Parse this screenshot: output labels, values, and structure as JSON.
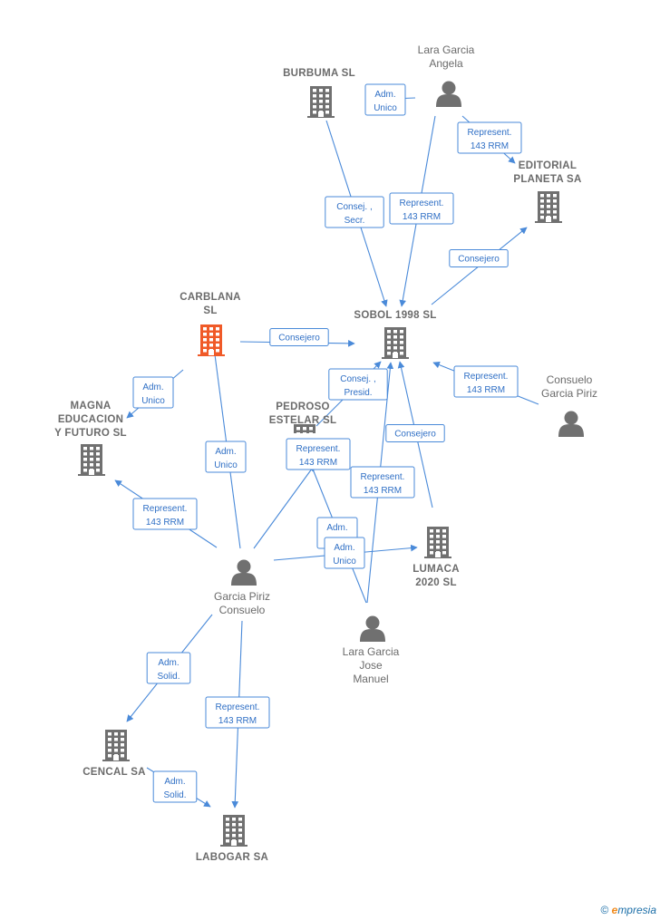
{
  "colors": {
    "edge": "#4a8ad9",
    "company": "#707070",
    "company_highlight": "#f05a28",
    "person": "#707070",
    "label": "#6b6b6b"
  },
  "nodes": [
    {
      "id": "burbuma",
      "type": "company",
      "lines": [
        "BURBUMA  SL"
      ]
    },
    {
      "id": "lara_angela",
      "type": "person",
      "lines": [
        "Lara Garcia",
        "Angela"
      ]
    },
    {
      "id": "editorial",
      "type": "company",
      "lines": [
        "EDITORIAL",
        "PLANETA SA"
      ]
    },
    {
      "id": "carblana",
      "type": "company",
      "highlight": true,
      "lines": [
        "CARBLANA",
        "SL"
      ]
    },
    {
      "id": "sobol",
      "type": "company",
      "lines": [
        "SOBOL 1998 SL"
      ]
    },
    {
      "id": "consuelo_gp",
      "type": "person",
      "lines": [
        "Consuelo",
        "Garcia Piriz"
      ]
    },
    {
      "id": "magna",
      "type": "company",
      "lines": [
        "MAGNA",
        "EDUCACION",
        "Y FUTURO  SL"
      ]
    },
    {
      "id": "pedroso",
      "type": "company",
      "lines": [
        "PEDROSO",
        "ESTELAR  SL"
      ]
    },
    {
      "id": "lumaca",
      "type": "company",
      "lines": [
        "LUMACA",
        "2020  SL"
      ]
    },
    {
      "id": "garcia_consuelo",
      "type": "person",
      "lines": [
        "Garcia Piriz",
        "Consuelo"
      ]
    },
    {
      "id": "lara_jose",
      "type": "person",
      "lines": [
        "Lara Garcia",
        "Jose",
        "Manuel"
      ]
    },
    {
      "id": "cencal",
      "type": "company",
      "lines": [
        "CENCAL SA"
      ]
    },
    {
      "id": "labogar",
      "type": "company",
      "lines": [
        "LABOGAR SA"
      ]
    }
  ],
  "edges": [
    {
      "from": "lara_angela",
      "to": "burbuma",
      "lines": [
        "Adm.",
        "Unico"
      ]
    },
    {
      "from": "lara_angela",
      "to": "editorial",
      "lines": [
        "Represent.",
        "143 RRM"
      ]
    },
    {
      "from": "burbuma",
      "to": "sobol",
      "lines": [
        "Consej. ,",
        "Secr."
      ]
    },
    {
      "from": "lara_angela",
      "to": "sobol",
      "lines": [
        "Represent.",
        "143 RRM"
      ]
    },
    {
      "from": "sobol",
      "to": "editorial",
      "lines": [
        "Consejero"
      ]
    },
    {
      "from": "carblana",
      "to": "sobol",
      "lines": [
        "Consejero"
      ]
    },
    {
      "from": "carblana",
      "to": "magna",
      "lines": [
        "Adm.",
        "Unico"
      ]
    },
    {
      "from": "consuelo_gp",
      "to": "sobol",
      "lines": [
        "Represent.",
        "143 RRM"
      ]
    },
    {
      "from": "pedroso",
      "to": "sobol",
      "lines": [
        "Consej. ,",
        "Presid."
      ]
    },
    {
      "from": "lumaca",
      "to": "sobol",
      "lines": [
        "Consejero"
      ]
    },
    {
      "from": "garcia_consuelo",
      "to": "carblana",
      "lines": [
        "Adm.",
        "Unico"
      ]
    },
    {
      "from": "garcia_consuelo",
      "to": "magna",
      "lines": [
        "Represent.",
        "143 RRM"
      ]
    },
    {
      "from": "garcia_consuelo",
      "to": "pedroso",
      "lines": [
        "Represent.",
        "143 RRM"
      ]
    },
    {
      "from": "lara_jose",
      "to": "sobol",
      "lines": [
        "Represent.",
        "143 RRM"
      ]
    },
    {
      "from": "lara_jose",
      "to": "pedroso",
      "lines": [
        "Adm.",
        "Unico"
      ]
    },
    {
      "from": "garcia_consuelo",
      "to": "lumaca",
      "lines": [
        "Adm.",
        "Unico"
      ]
    },
    {
      "from": "garcia_consuelo",
      "to": "cencal",
      "lines": [
        "Adm.",
        "Solid."
      ]
    },
    {
      "from": "garcia_consuelo",
      "to": "labogar",
      "lines": [
        "Represent.",
        "143 RRM"
      ]
    },
    {
      "from": "cencal",
      "to": "labogar",
      "lines": [
        "Adm.",
        "Solid."
      ]
    }
  ],
  "footer": {
    "copyright": "©",
    "brand_initial": "e",
    "brand_rest": "mpresia"
  }
}
